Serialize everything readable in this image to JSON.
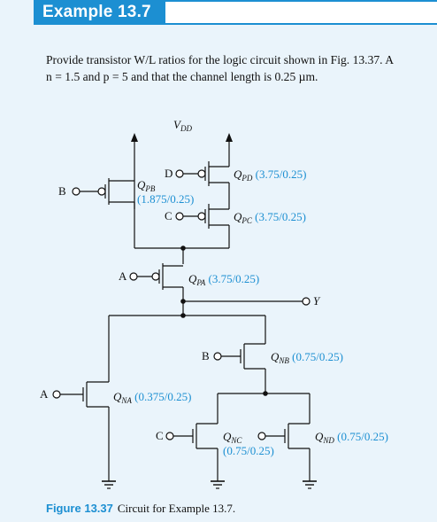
{
  "header": {
    "title": "Example 13.7"
  },
  "problem": {
    "line1": "Provide transistor W/L ratios for the logic circuit shown in Fig. 13.37. A",
    "line2": "n = 1.5 and p = 5 and that the channel length is 0.25 µm."
  },
  "circuit": {
    "vdd": "V",
    "vdd_sub": "DD",
    "output": "Y",
    "inputs": {
      "a_top": "A",
      "a_bottom": "A",
      "b_top": "B",
      "b_mid": "B",
      "c_top": "C",
      "c_bottom": "C",
      "d_top": "D",
      "d_bottom": ""
    },
    "transistors": {
      "QPB": {
        "name": "Q",
        "sub": "PB",
        "ratio": "(1.875/0.25)"
      },
      "QPD": {
        "name": "Q",
        "sub": "PD",
        "ratio": " (3.75/0.25)"
      },
      "QPC": {
        "name": "Q",
        "sub": "PC",
        "ratio": " (3.75/0.25)"
      },
      "QPA": {
        "name": "Q",
        "sub": "PA",
        "ratio": " (3.75/0.25)"
      },
      "QNB": {
        "name": "Q",
        "sub": "NB",
        "ratio": " (0.75/0.25)"
      },
      "QNA": {
        "name": "Q",
        "sub": "NA",
        "ratio": " (0.375/0.25)"
      },
      "QNC": {
        "name": "Q",
        "sub": "NC",
        "ratio": "(0.75/0.25)"
      },
      "QND": {
        "name": "Q",
        "sub": "ND",
        "ratio": " (0.75/0.25)"
      }
    }
  },
  "caption": {
    "label": "Figure 13.37",
    "text": "Circuit for Example 13.7."
  },
  "colors": {
    "accent": "#1c8fd2",
    "panel": "#eaf4fb"
  }
}
